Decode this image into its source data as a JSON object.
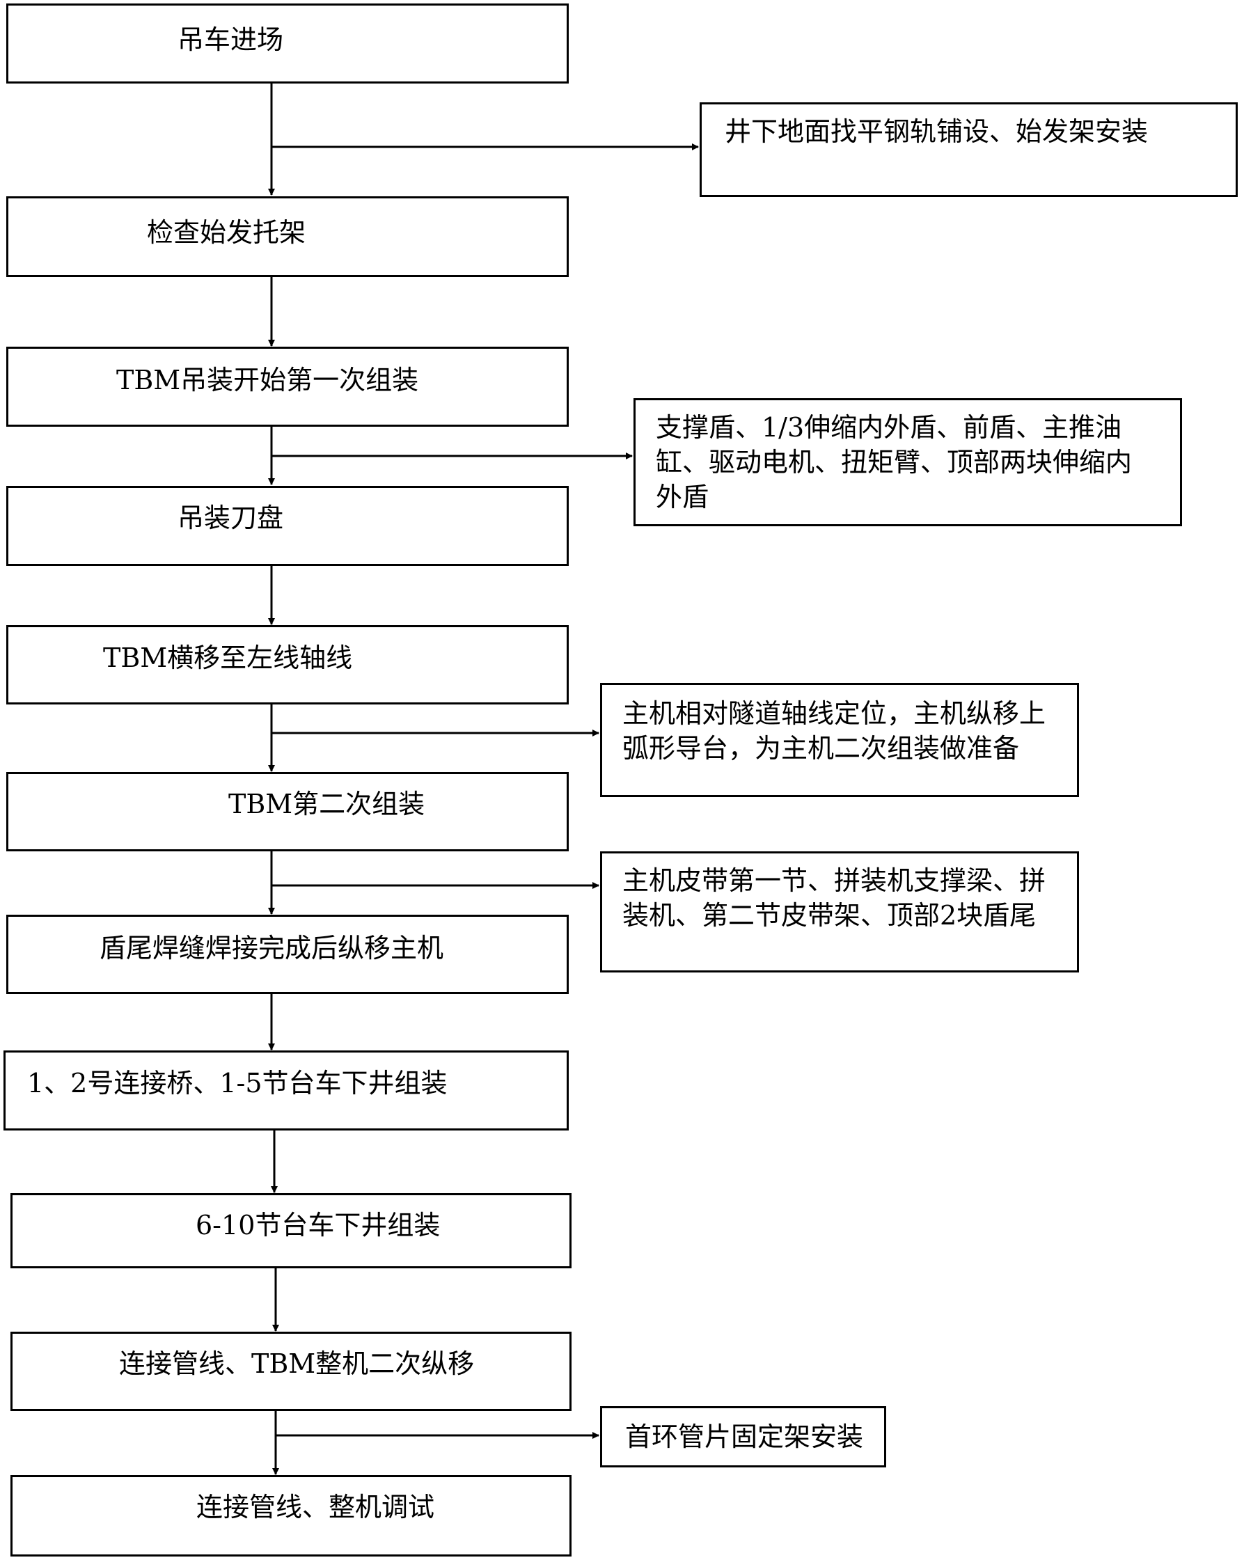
{
  "steps": [
    {
      "text": "吊车进场"
    },
    {
      "text": "检查始发托架"
    },
    {
      "text": "TBM吊装开始第一次组装"
    },
    {
      "text": "吊装刀盘"
    },
    {
      "text": "TBM横移至左线轴线"
    },
    {
      "text": "TBM第二次组装"
    },
    {
      "text": "盾尾焊缝焊接完成后纵移主机"
    },
    {
      "text": "1、2号连接桥、1-5节台车下井组装"
    },
    {
      "text": "6-10节台车下井组装"
    },
    {
      "text": "连接管线、TBM整机二次纵移"
    },
    {
      "text": "连接管线、整机调试"
    }
  ],
  "side_notes": [
    {
      "text": "井下地面找平钢轨铺设、始发架安装"
    },
    {
      "text": "支撑盾、1/3伸缩内外盾、前盾、主推油缸、驱动电机、扭矩臂、顶部两块伸缩内外盾"
    },
    {
      "text": "主机相对隧道轴线定位，主机纵移上弧形导台，为主机二次组装做准备"
    },
    {
      "text": "主机皮带第一节、拼装机支撑梁、拼装机、第二节皮带架、顶部2块盾尾"
    },
    {
      "text": "首环管片固定架安装"
    }
  ],
  "colors": {
    "line": "#000000",
    "background": "#ffffff"
  }
}
